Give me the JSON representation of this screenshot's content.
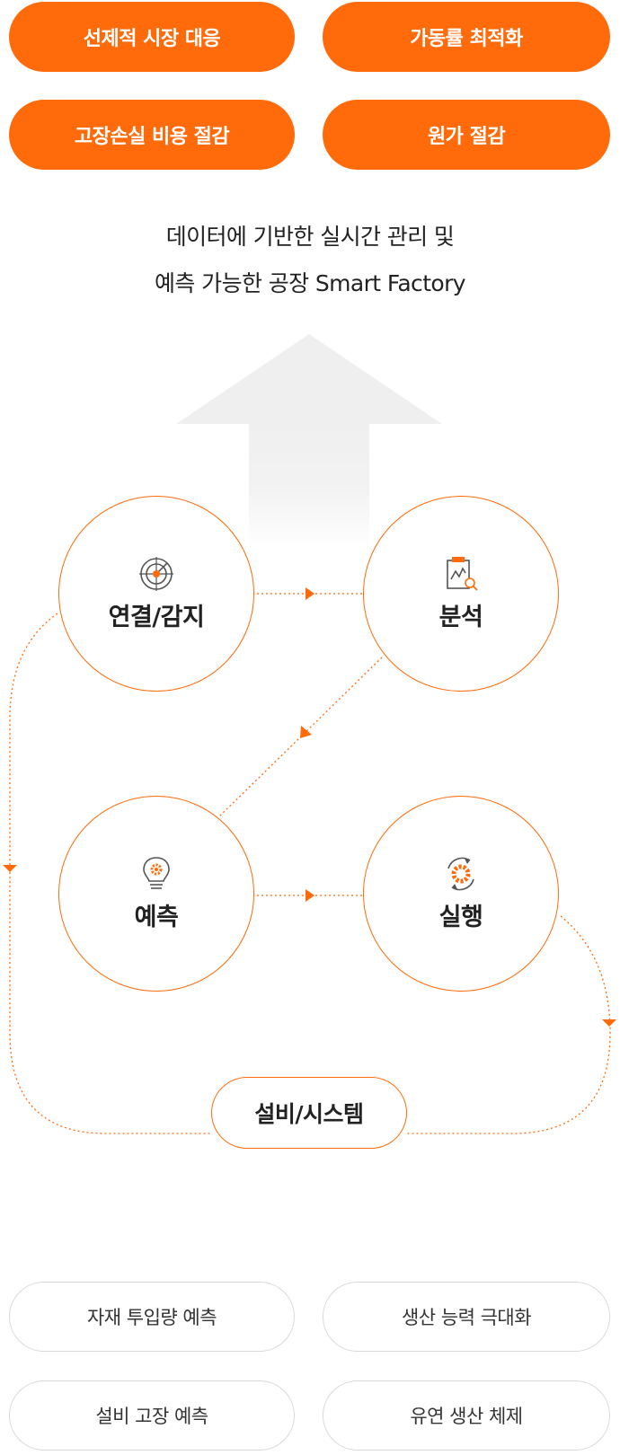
{
  "top_goals": [
    "선제적 시장 대응",
    "가동률 최적화",
    "고장손실 비용 절감",
    "원가 절감"
  ],
  "headline": {
    "line1": "데이터에 기반한 실시간 관리 및",
    "line2": "예측 가능한 공장 Smart Factory"
  },
  "cycle": {
    "connect": "연결/감지",
    "analyze": "분석",
    "predict": "예측",
    "execute": "실행"
  },
  "base_label": "설비/시스템",
  "bottom_benefits": [
    "자재 투입량 예측",
    "생산 능력 극대화",
    "설비 고장 예측",
    "유연 생산 체제"
  ],
  "colors": {
    "accent": "#ff6b0a",
    "arrow_gray": "#efefef",
    "text": "#222222",
    "pill_border": "#d9d9d9"
  },
  "icons": {
    "connect": "radar-target-icon",
    "analyze": "clipboard-chart-icon",
    "predict": "lightbulb-gear-icon",
    "execute": "gear-cycle-icon"
  }
}
